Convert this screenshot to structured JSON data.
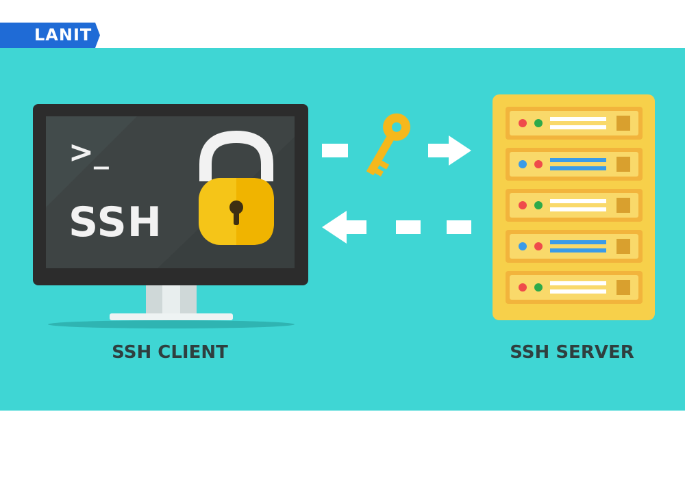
{
  "brand": {
    "name": "LANIT"
  },
  "client": {
    "caption": "SSH CLIENT",
    "prompt": ">_",
    "screen_label": "SSH"
  },
  "server": {
    "caption": "SSH SERVER"
  },
  "colors": {
    "background": "#3fd6d4",
    "brand_blue": "#1f6bd6",
    "monitor_frame": "#2c2c2c",
    "screen": "#3e4444",
    "lock_body": "#f5c518",
    "key": "#f5b81c",
    "server_rack": "#f7d04a",
    "server_slot": "#f2b43c",
    "arrow": "#ffffff",
    "caption": "#2f3f3f"
  }
}
